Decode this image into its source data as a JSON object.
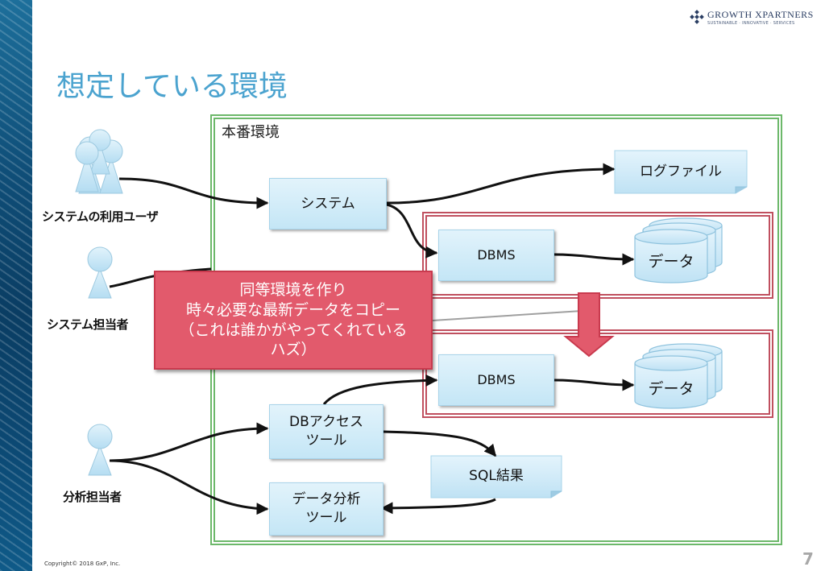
{
  "slide": {
    "title": "想定している環境",
    "copyright": "Copyright© 2018 GxP, Inc.",
    "page_number": "7"
  },
  "logo": {
    "name": "GROWTH XPARTNERS",
    "tagline": "SUSTAINABLE · INNOVATIVE · SERVICES"
  },
  "environment": {
    "label": "本番環境"
  },
  "actors": {
    "users": "システムの利用ユーザ",
    "admin": "システム担当者",
    "analyst": "分析担当者"
  },
  "nodes": {
    "system": "システム",
    "logfile": "ログファイル",
    "dbms_prod": "DBMS",
    "data_prod": "データ",
    "dbms_copy": "DBMS",
    "data_copy": "データ",
    "db_access_tool": "DBアクセス\nツール",
    "sql_result": "SQL結果",
    "analysis_tool": "データ分析\nツール"
  },
  "callout": {
    "text": "同等環境を作り\n時々必要な最新データをコピー\n（これは誰かがやってくれている\nハズ）"
  },
  "colors": {
    "title": "#4ba3cf",
    "env_border": "#6cb86a",
    "db_border": "#c0505f",
    "callout_fill": "#e25a6c",
    "node_fill": "#c4e6f6",
    "actor_fill": "#bfe3f5"
  }
}
